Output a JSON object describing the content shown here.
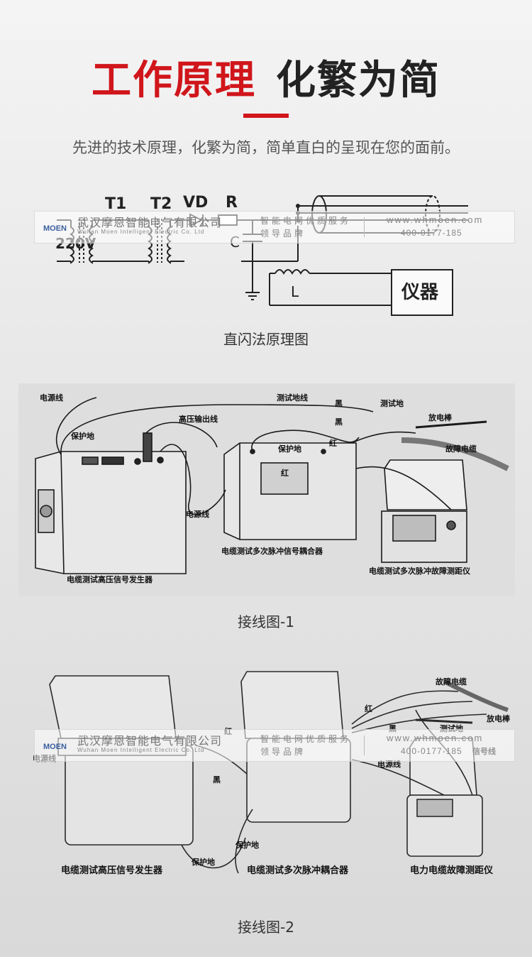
{
  "header": {
    "title_red": "工作原理",
    "title_dark": "化繁为简",
    "subtitle": "先进的技术原理，化繁为简，简单直白的呈现在您的面前。"
  },
  "circuit": {
    "labels": {
      "t1": "T1",
      "t2": "T2",
      "vd": "VD",
      "r": "R",
      "voltage": "220V",
      "c": "C",
      "l": "L",
      "instrument": "仪器"
    },
    "caption": "直闪法原理图"
  },
  "diagram1": {
    "labels": {
      "power_line_top": "电源线",
      "test_ground_line": "测试地线",
      "black1": "黑",
      "test_ground": "测试地",
      "hv_output": "高压输出线",
      "black2": "黑",
      "discharge_rod": "放电棒",
      "protect_ground_left": "保护地",
      "protect_ground_mid": "保护地",
      "red1": "红",
      "fault_cable": "故障电缆",
      "red2": "红",
      "power_line_mid": "电源线",
      "coupler": "电缆测试多次脉冲信号耦合器",
      "generator": "电缆测试高压信号发生器",
      "locator": "电缆测试多次脉冲故障测距仪"
    },
    "caption": "接线图-1"
  },
  "diagram2": {
    "labels": {
      "fault_cable": "故障电缆",
      "red_a": "红",
      "red_b": "红",
      "black_a": "黑",
      "black_b": "黑",
      "discharge_rod": "放电棒",
      "test_ground": "测试地",
      "signal_line": "信号线",
      "power_line_left": "电源线",
      "power_line_right": "电源线",
      "protect_ground_a": "保护地",
      "protect_ground_b": "保护地",
      "generator": "电缆测试高压信号发生器",
      "coupler": "电缆测试多次脉冲耦合器",
      "locator": "电力电缆故障测距仪"
    },
    "caption": "接线图-2"
  },
  "watermark": {
    "logo": "MOEN",
    "company_cn": "武汉摩恩智能电气有限公司",
    "company_en": "Wuhan Moen Intelligent Electric Co. Ltd",
    "slogan1": "智能电网优质服务",
    "slogan2": "领导品牌",
    "url": "www.whmoen.com",
    "tel": "400-0177-185"
  }
}
